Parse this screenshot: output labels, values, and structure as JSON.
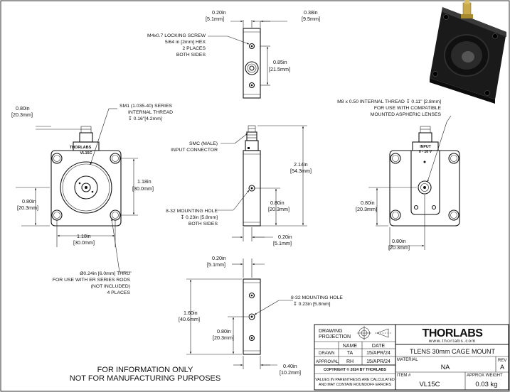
{
  "top_view": {
    "width_in": "0.20in",
    "width_mm": "[5.1mm]",
    "depth_in": "0.38in",
    "depth_mm": "[9.5mm]",
    "screw_note": [
      "M4x0.7 LOCKING SCREW",
      "5/64 in [2mm] HEX",
      "2 PLACES",
      "BOTH SIDES"
    ],
    "offset_in": "0.85in",
    "offset_mm": "[21.5mm]"
  },
  "front_view": {
    "offset_in": "0.80in",
    "offset_mm": "[20.3mm]",
    "thread_note": [
      "SM1 (1.035-40) SERIES",
      "INTERNAL THREAD",
      "↧ 0.16\"[4.2mm]"
    ],
    "spacing_v_in": "1.18in",
    "spacing_v_mm": "[30.0mm]",
    "left_in": "0.80in",
    "left_mm": "[20.3mm]",
    "spacing_h_in": "1.18in",
    "spacing_h_mm": "[30.0mm]",
    "rod_note": [
      "Ø0.24in [6.0mm] THRU",
      "FOR USE WITH ER SERIES RODS",
      "(NOT INCLUDED)",
      "4 PLACES"
    ],
    "label_line1": "THORLABS",
    "label_line2": "VL15C"
  },
  "side_view": {
    "connector_note": [
      "SMC (MALE)",
      "INPUT CONNECTOR"
    ],
    "height_in": "2.14in",
    "height_mm": "[54.3mm]",
    "hole_note": [
      "8-32 MOUNTING HOLE",
      "↧ 0.23in [5.8mm]",
      "BOTH SIDES"
    ],
    "hole_height_in": "0.80in",
    "hole_height_mm": "[20.3mm]",
    "thick_in": "0.20in",
    "thick_mm": "[5.1mm]"
  },
  "rear_view": {
    "thread_note": [
      "M8 x 0.50 INTERNAL THREAD ↧ 0.11\" [2.8mm]",
      "FOR USE WITH COMPATIBLE",
      "MOUNTED ASPHERIC LENSES"
    ],
    "left_in": "0.80in",
    "left_mm": "[20.3mm]",
    "bottom_in": "0.80in",
    "bottom_mm": "[20.3mm]",
    "label_line1": "INPUT",
    "label_line2": "0 - 10 V"
  },
  "bottom_view": {
    "top_in": "0.20in",
    "top_mm": "[5.1mm]",
    "hole_note": [
      "8-32 MOUNTING HOLE",
      "↧ 0.23in [5.8mm]"
    ],
    "height_in": "1.60in",
    "height_mm": "[40.6mm]",
    "hole_height_in": "0.80in",
    "hole_height_mm": "[20.3mm]",
    "width_in": "0.40in",
    "width_mm": "[10.2mm]"
  },
  "footer": {
    "line1": "FOR INFORMATION ONLY",
    "line2": "NOT FOR MANUFACTURING PURPOSES"
  },
  "title_block": {
    "projection_label": [
      "DRAWING",
      "PROJECTION"
    ],
    "name_header": "NAME",
    "date_header": "DATE",
    "drawn_label": "DRAWN",
    "drawn_name": "TA",
    "drawn_date": "15/APR/24",
    "approval_label": "APPROVAL",
    "approval_name": "RH",
    "approval_date": "15/APR/24",
    "copyright": "COPYRIGHT © 2024 BY THORLABS",
    "disclaimer": [
      "VALUES IN PARENTHESIS ARE CALCULATED",
      "AND MAY CONTAIN ROUNDOFF ERRORS"
    ],
    "brand": "THORLABS",
    "website": "www.thorlabs.com",
    "title": "TLENS 30mm CAGE MOUNT",
    "material_label": "MATERIAL",
    "material_value": "NA",
    "rev_label": "REV",
    "rev_value": "A",
    "item_label": "ITEM #",
    "item_value": "VL15C",
    "weight_label": "APPROX WEIGHT",
    "weight_value": "0.03 kg"
  }
}
